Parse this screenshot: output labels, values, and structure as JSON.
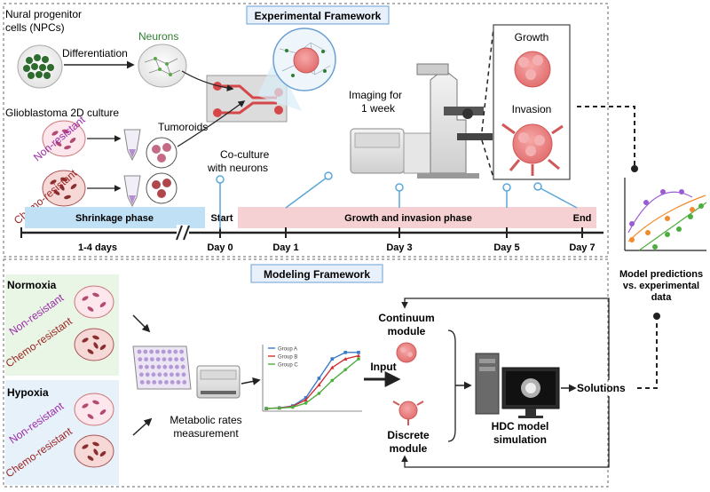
{
  "top": {
    "title": "Experimental Framework",
    "npc_label": [
      "Nural progenitor",
      "cells (NPCs)"
    ],
    "neurons_label": "Neurons",
    "differentiation_label": "Differentiation",
    "gbm_label": "Glioblastoma 2D culture",
    "tumoroids_label": "Tumoroids",
    "non_resistant": "Non-resistant",
    "chemo_resistant": "Chemo-resistant",
    "coculture_label": [
      "Co-culture",
      "with neurons"
    ],
    "imaging_label": [
      "Imaging for",
      "1 week"
    ],
    "growth_label": "Growth",
    "invasion_label": "Invasion"
  },
  "timeline": {
    "shrinkage_phase": "Shrinkage phase",
    "growth_invasion_phase": "Growth and invasion phase",
    "days_range": "1-4 days",
    "start": "Start",
    "end": "End",
    "days": [
      "Day 0",
      "Day 1",
      "Day 3",
      "Day 5",
      "Day 7"
    ]
  },
  "right": {
    "model_predictions": [
      "Model predictions",
      "vs. experimental",
      "data"
    ]
  },
  "bottom": {
    "title": "Modeling Framework",
    "normoxia": "Normoxia",
    "hypoxia": "Hypoxia",
    "non_resistant": "Non-resistant",
    "chemo_resistant": "Chemo-resistant",
    "metabolic_label": [
      "Metabolic rates",
      "measurement"
    ],
    "legend": [
      "Group A",
      "Group B",
      "Group C"
    ],
    "input": "Input",
    "continuum": [
      "Continuum",
      "module"
    ],
    "discrete": [
      "Discrete",
      "module"
    ],
    "hdc": [
      "HDC model",
      "simulation"
    ],
    "solutions": "Solutions"
  },
  "colors": {
    "shrinkage_fill": "#bfe0f5",
    "growth_fill": "#f6d1d3",
    "title_box_fill": "#e8f1fb",
    "title_box_stroke": "#6a9fd6",
    "non_resistant_text": "#9b2aa8",
    "chemo_resistant_text": "#9c2424",
    "normoxia_panel": "#e9f6e6",
    "hypoxia_panel": "#e7f1fa",
    "neurons_text": "#2e7d32",
    "group_a": "#3a78c9",
    "group_b": "#d03030",
    "group_c": "#4cae3c"
  },
  "mini_chart": {
    "x": [
      0,
      1,
      2,
      3,
      4,
      5,
      6,
      7
    ],
    "group_a": [
      0,
      0.3,
      1.2,
      5,
      14,
      23,
      26,
      26
    ],
    "group_b": [
      0,
      0.3,
      1.0,
      4,
      11,
      19,
      23,
      24.5
    ],
    "group_c": [
      0,
      0.2,
      0.6,
      2.5,
      7,
      13,
      18,
      23
    ]
  }
}
